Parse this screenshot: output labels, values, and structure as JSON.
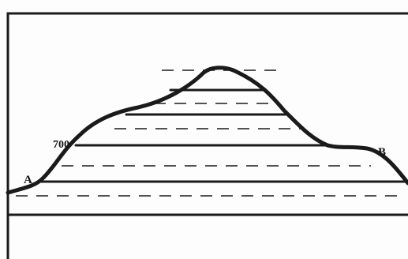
{
  "diagram": {
    "labels": {
      "contour_value": "700",
      "point_a": "A",
      "point_b": "B"
    },
    "colors": {
      "ink": "#1a1a1a",
      "paper": "#fdfdfd"
    }
  }
}
